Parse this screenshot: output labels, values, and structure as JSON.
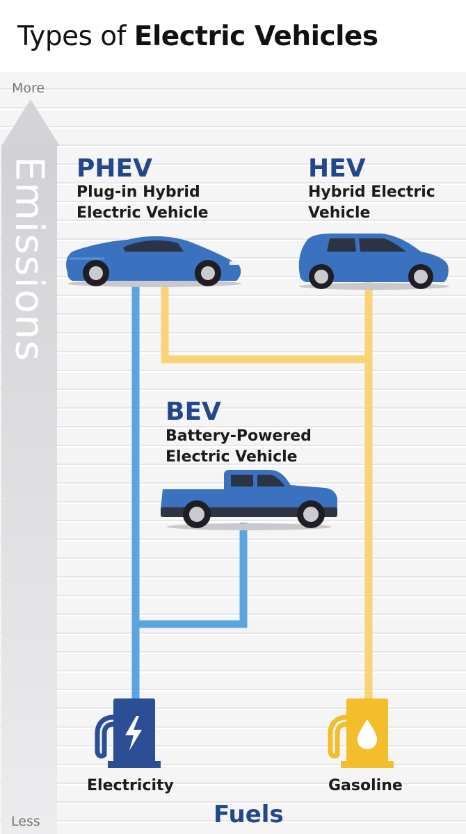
{
  "header": {
    "title_prefix": "Types of ",
    "title_bold": "Electric Vehicles"
  },
  "axis": {
    "label": "Emissions",
    "top_label": "More",
    "bottom_label": "Less"
  },
  "vehicles": {
    "phev": {
      "code": "PHEV",
      "name_line1": "Plug-in Hybrid",
      "name_line2": "Electric Vehicle"
    },
    "hev": {
      "code": "HEV",
      "name_line1": "Hybrid Electric",
      "name_line2": "Vehicle"
    },
    "bev": {
      "code": "BEV",
      "name_line1": "Battery-Powered",
      "name_line2": "Electric Vehicle"
    }
  },
  "fuels": {
    "title": "Fuels",
    "electricity": "Electricity",
    "gasoline": "Gasoline"
  },
  "colors": {
    "electric_line": "#5aa5df",
    "gas_line": "#f9d477",
    "electric_pump": "#2c4e94",
    "gas_pump": "#f4bd2c",
    "car_body": "#3b72c0",
    "heading": "#23478a"
  },
  "icons": [
    "electric-pump-icon",
    "gas-pump-icon",
    "sports-car-icon",
    "hatchback-car-icon",
    "pickup-truck-icon"
  ]
}
